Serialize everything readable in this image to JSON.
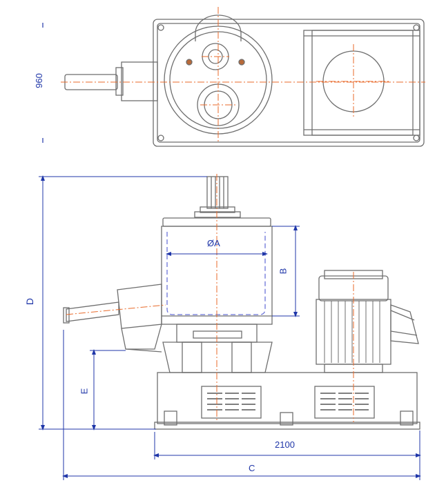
{
  "drawing": {
    "dim_width_top": "960",
    "dim_overall_height": "D",
    "dim_vessel_diameter": "ØA",
    "dim_vessel_height": "B",
    "dim_outlet_height": "E",
    "dim_base_length": "2100",
    "dim_overall_length": "C"
  },
  "colors": {
    "outline": "#6e6e6e",
    "centerline": "#e86a2a",
    "dimension": "#1f36a8",
    "hidden": "#6b73d8"
  }
}
